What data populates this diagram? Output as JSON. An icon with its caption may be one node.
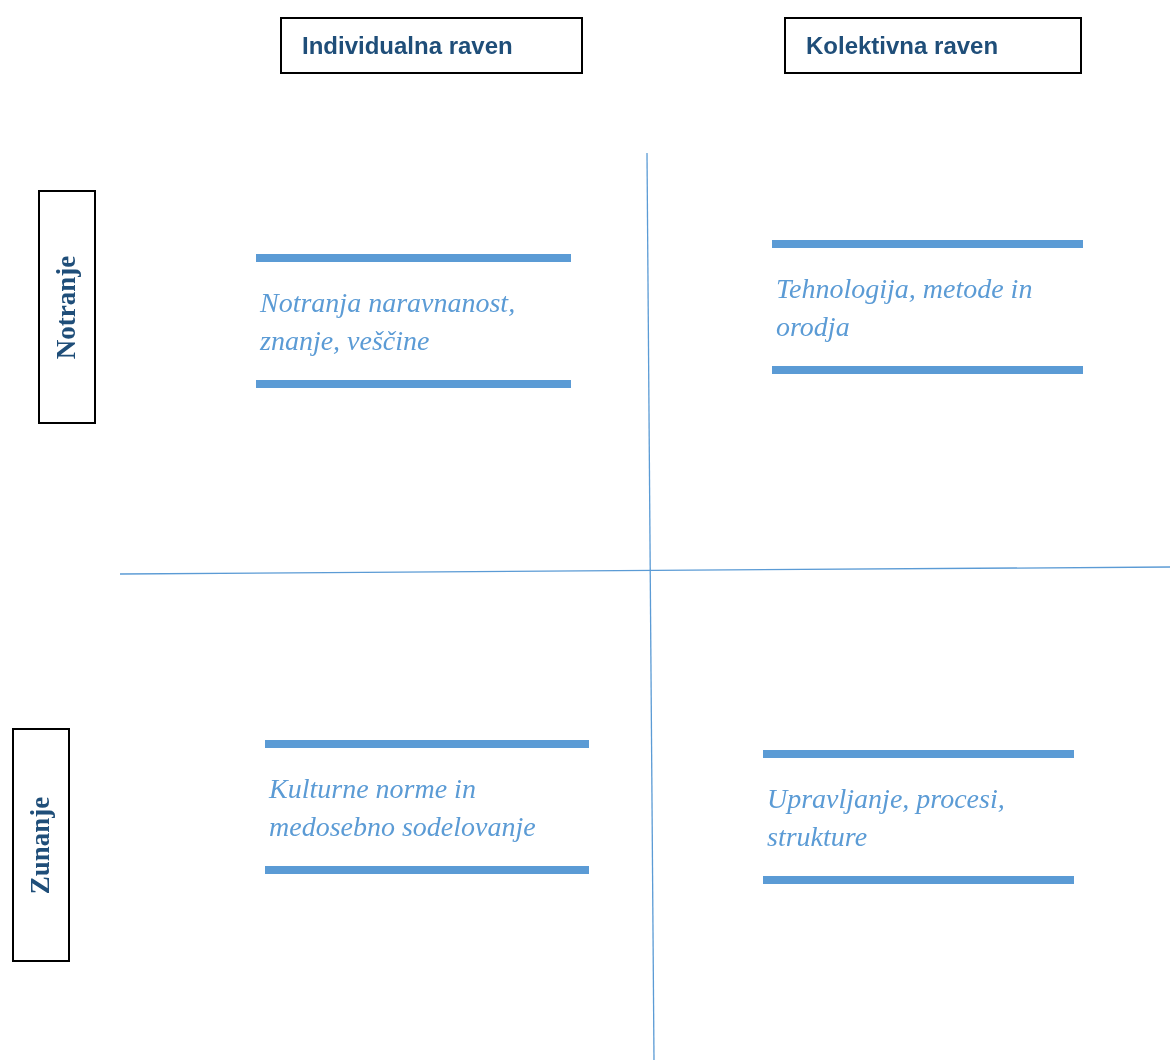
{
  "diagram": {
    "nodes": [
      {
        "text": [
          "Individualna raven"
        ]
      },
      {
        "text": [
          "Kolektivna raven"
        ]
      },
      {
        "text": [
          "Notranje"
        ]
      },
      {
        "text": [
          "Zunanje"
        ]
      },
      {
        "text": [
          "Notranja naravnanost, znanje, veščine"
        ]
      },
      {
        "text": [
          "Tehnologija, metode in orodja"
        ]
      },
      {
        "text": [
          "Kulturne norme in medosebno sodelovanje"
        ]
      },
      {
        "text": [
          "Upravljanje, procesi, strukture"
        ]
      }
    ],
    "edges": []
  }
}
